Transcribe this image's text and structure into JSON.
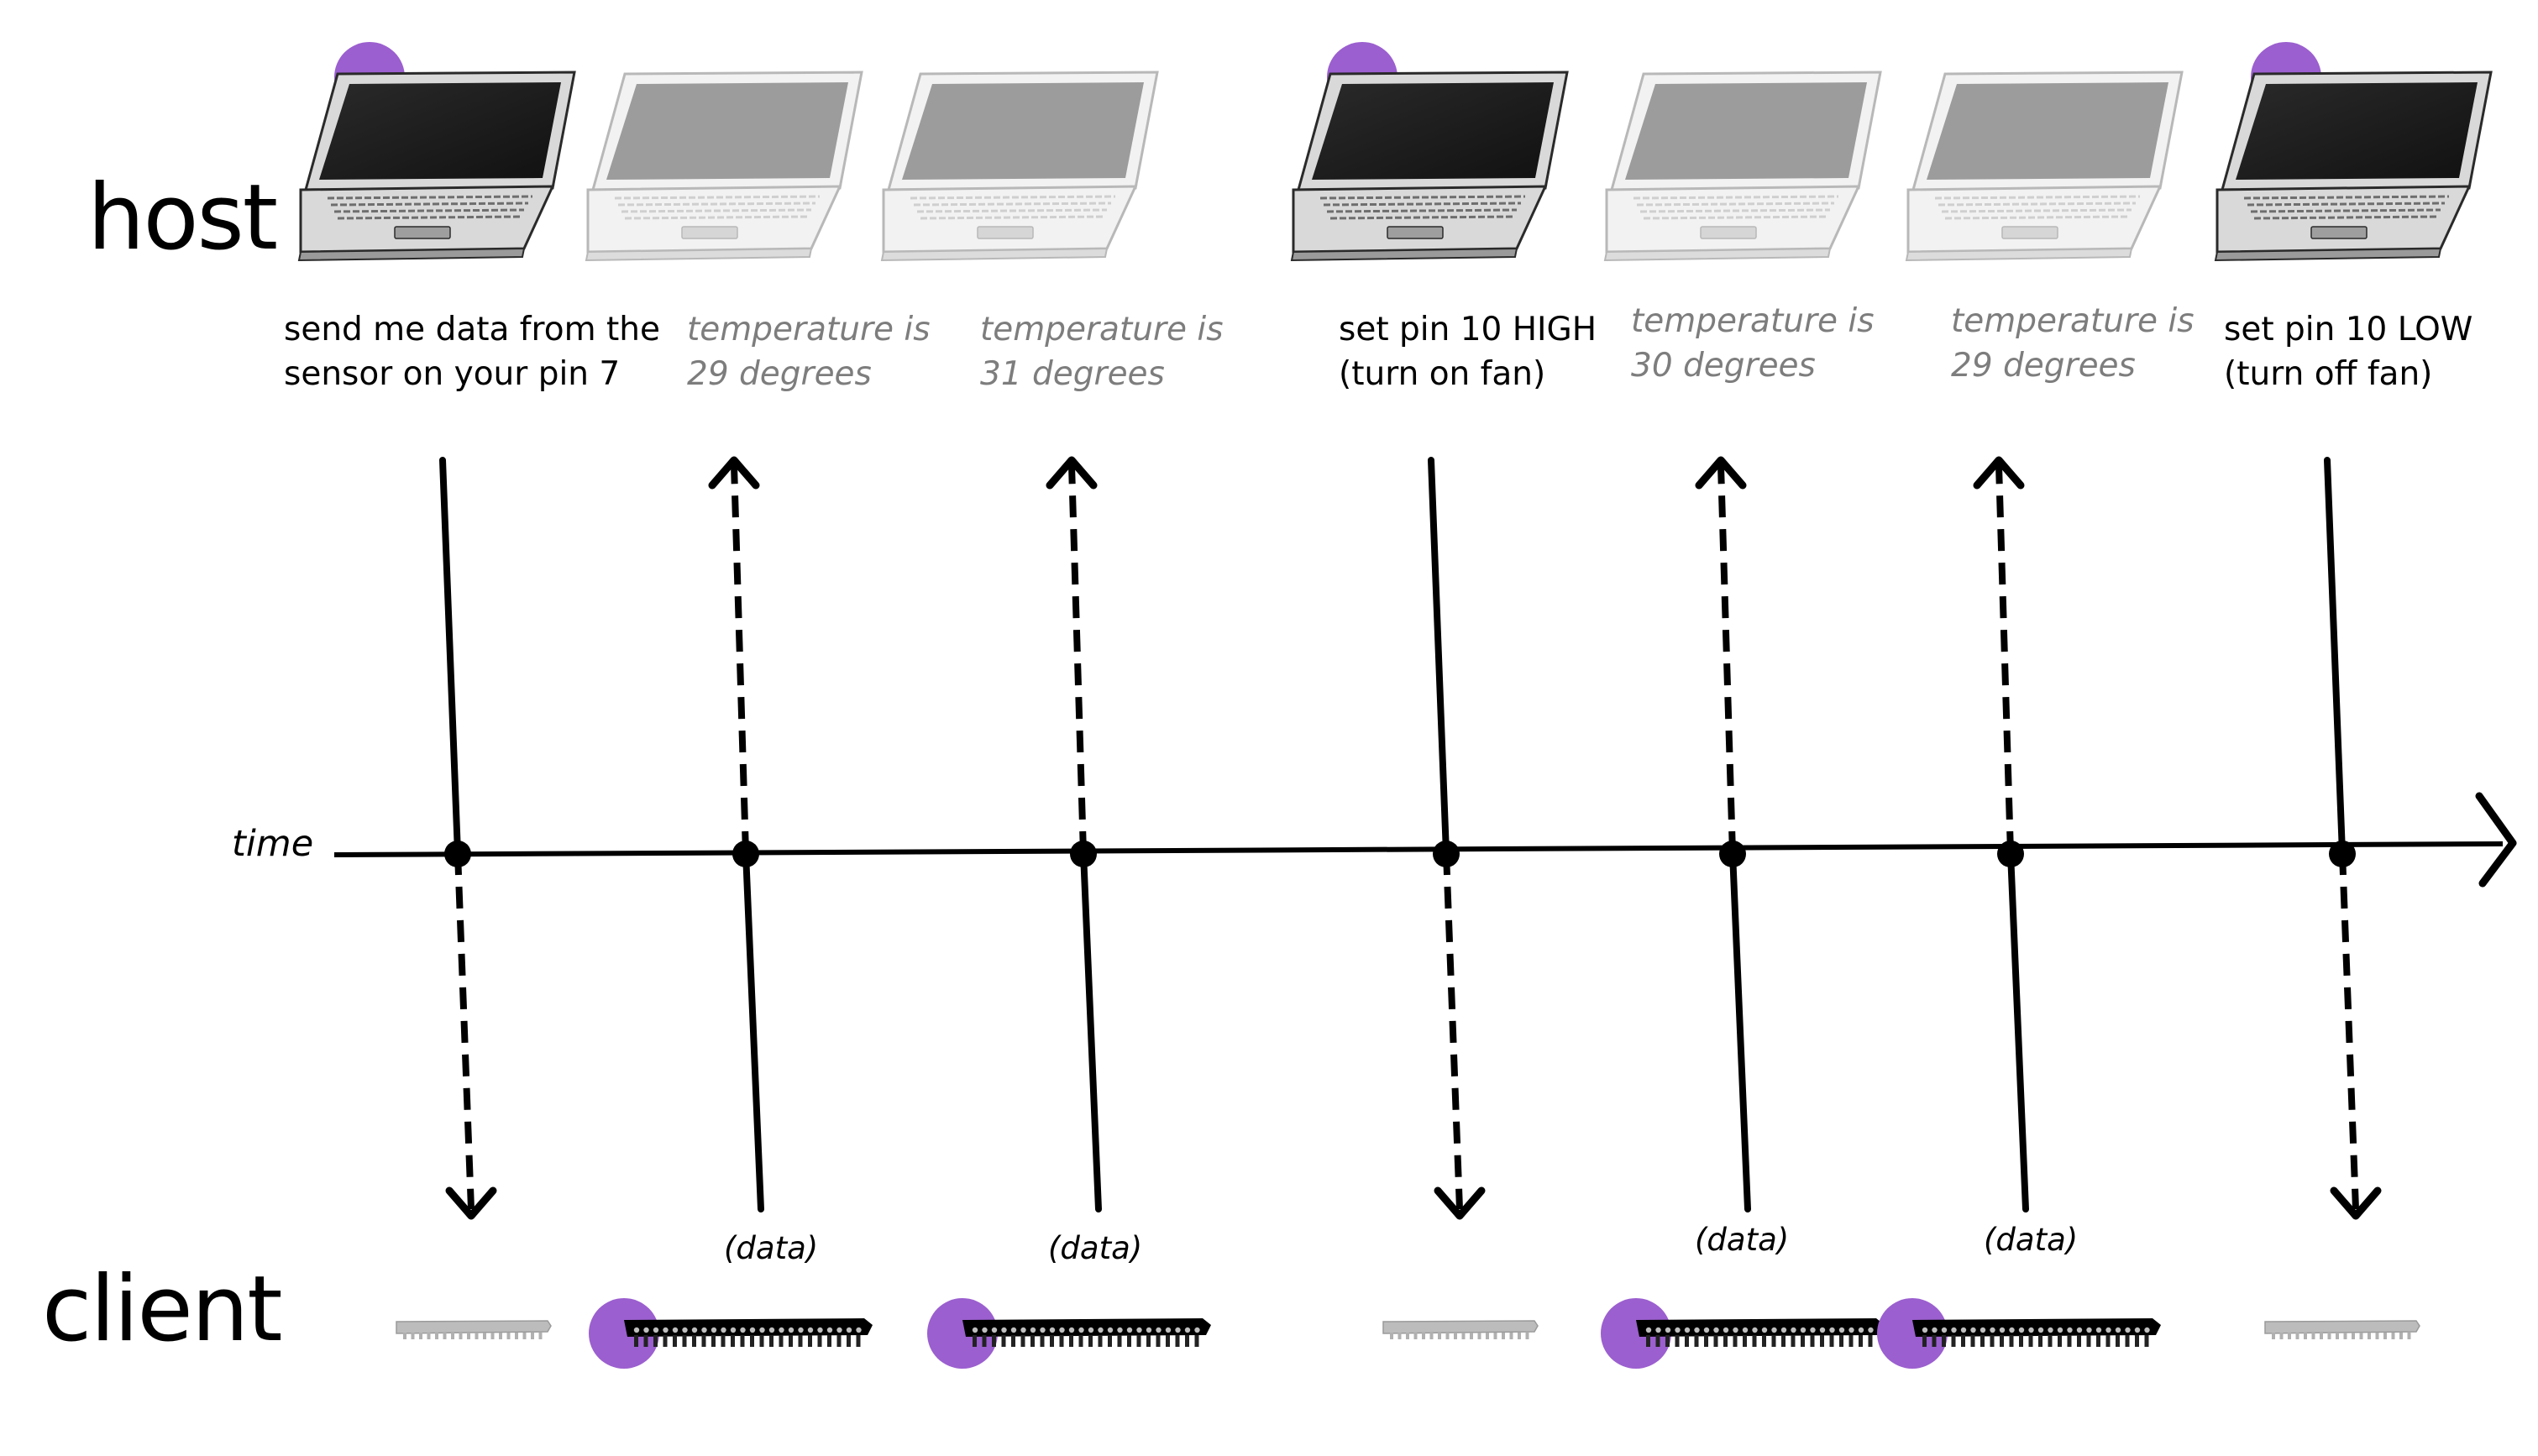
{
  "roles": {
    "host": "host",
    "client": "client"
  },
  "axis": {
    "label": "time"
  },
  "colors": {
    "accent": "#9b5fcf",
    "active_text": "#000000",
    "inactive_text": "#7d7d7d",
    "line": "#000000"
  },
  "steps": [
    {
      "direction": "down",
      "host_active": true,
      "client_active": false,
      "message": [
        "send me data from the",
        "sensor on your pin 7"
      ],
      "message_style": "command",
      "payload": ""
    },
    {
      "direction": "up",
      "host_active": false,
      "client_active": true,
      "message": [
        "temperature is",
        "29 degrees"
      ],
      "message_style": "response",
      "payload": "(data)"
    },
    {
      "direction": "up",
      "host_active": false,
      "client_active": true,
      "message": [
        "temperature is",
        "31 degrees"
      ],
      "message_style": "response",
      "payload": "(data)"
    },
    {
      "direction": "down",
      "host_active": true,
      "client_active": false,
      "message": [
        "set pin 10 HIGH",
        "(turn on fan)"
      ],
      "message_style": "command",
      "payload": ""
    },
    {
      "direction": "up",
      "host_active": false,
      "client_active": true,
      "message": [
        "temperature is",
        "30 degrees"
      ],
      "message_style": "response",
      "payload": "(data)"
    },
    {
      "direction": "up",
      "host_active": false,
      "client_active": true,
      "message": [
        "temperature is",
        "29 degrees"
      ],
      "message_style": "response",
      "payload": "(data)"
    },
    {
      "direction": "down",
      "host_active": true,
      "client_active": false,
      "message": [
        "set pin 10 LOW",
        "(turn off fan)"
      ],
      "message_style": "command",
      "payload": ""
    }
  ]
}
